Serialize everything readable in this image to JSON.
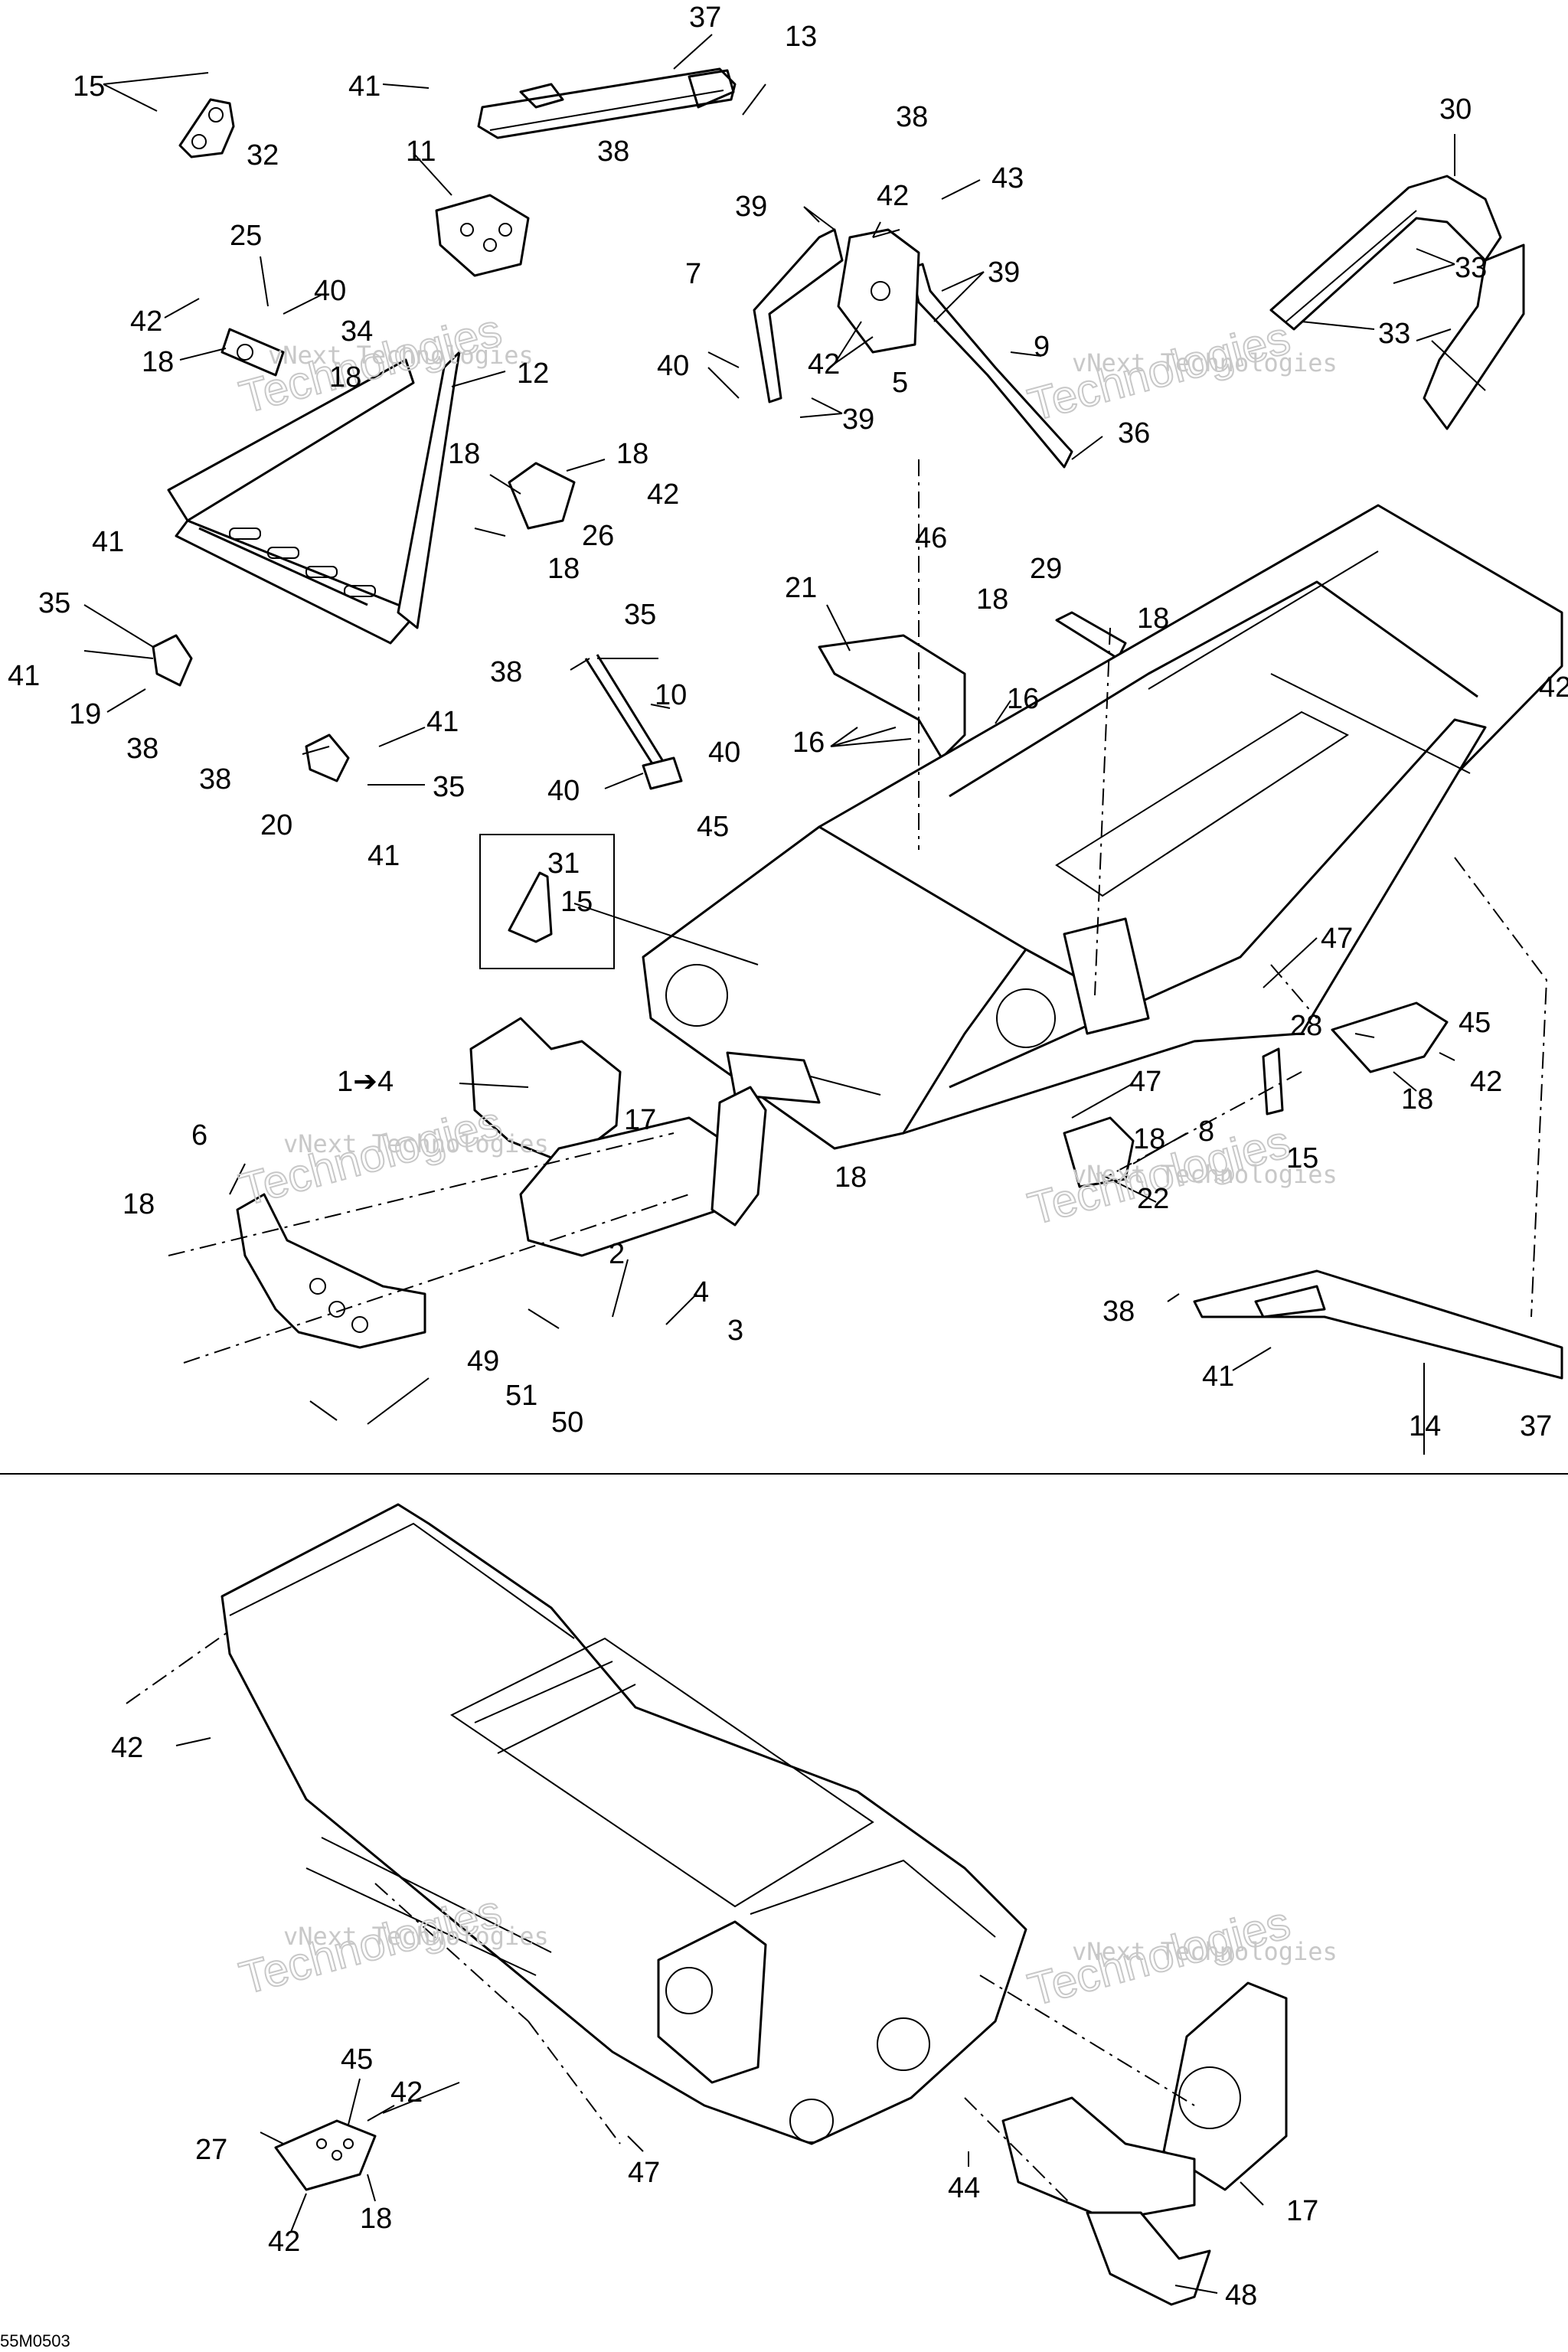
{
  "diagram": {
    "reference_code": "55M0503",
    "watermarks": [
      "vNext Technologies",
      "Technologies",
      "vNext Technologies",
      "Technologies",
      "vNext Technologies",
      "Technologies",
      "vNext Technologies",
      "Technologies",
      "vNext Technologies",
      "Technologies",
      "vNext Technologies",
      "Technologies"
    ],
    "labels": [
      "37",
      "13",
      "41",
      "15",
      "32",
      "11",
      "38",
      "38",
      "42",
      "43",
      "39",
      "39",
      "7",
      "40",
      "42",
      "5",
      "9",
      "39",
      "36",
      "30",
      "33",
      "33",
      "25",
      "40",
      "42",
      "18",
      "34",
      "18",
      "12",
      "18",
      "18",
      "42",
      "26",
      "18",
      "41",
      "35",
      "41",
      "19",
      "38",
      "38",
      "35",
      "10",
      "40",
      "40",
      "45",
      "41",
      "38",
      "35",
      "20",
      "41",
      "46",
      "21",
      "29",
      "18",
      "18",
      "16",
      "16",
      "42",
      "31",
      "15",
      "47",
      "28",
      "45",
      "42",
      "18",
      "1➔4",
      "6",
      "17",
      "18",
      "18",
      "2",
      "4",
      "3",
      "49",
      "51",
      "50",
      "47",
      "8",
      "18",
      "22",
      "15",
      "38",
      "41",
      "14",
      "37",
      "42",
      "45",
      "42",
      "27",
      "42",
      "18",
      "47",
      "44",
      "17",
      "48"
    ]
  }
}
